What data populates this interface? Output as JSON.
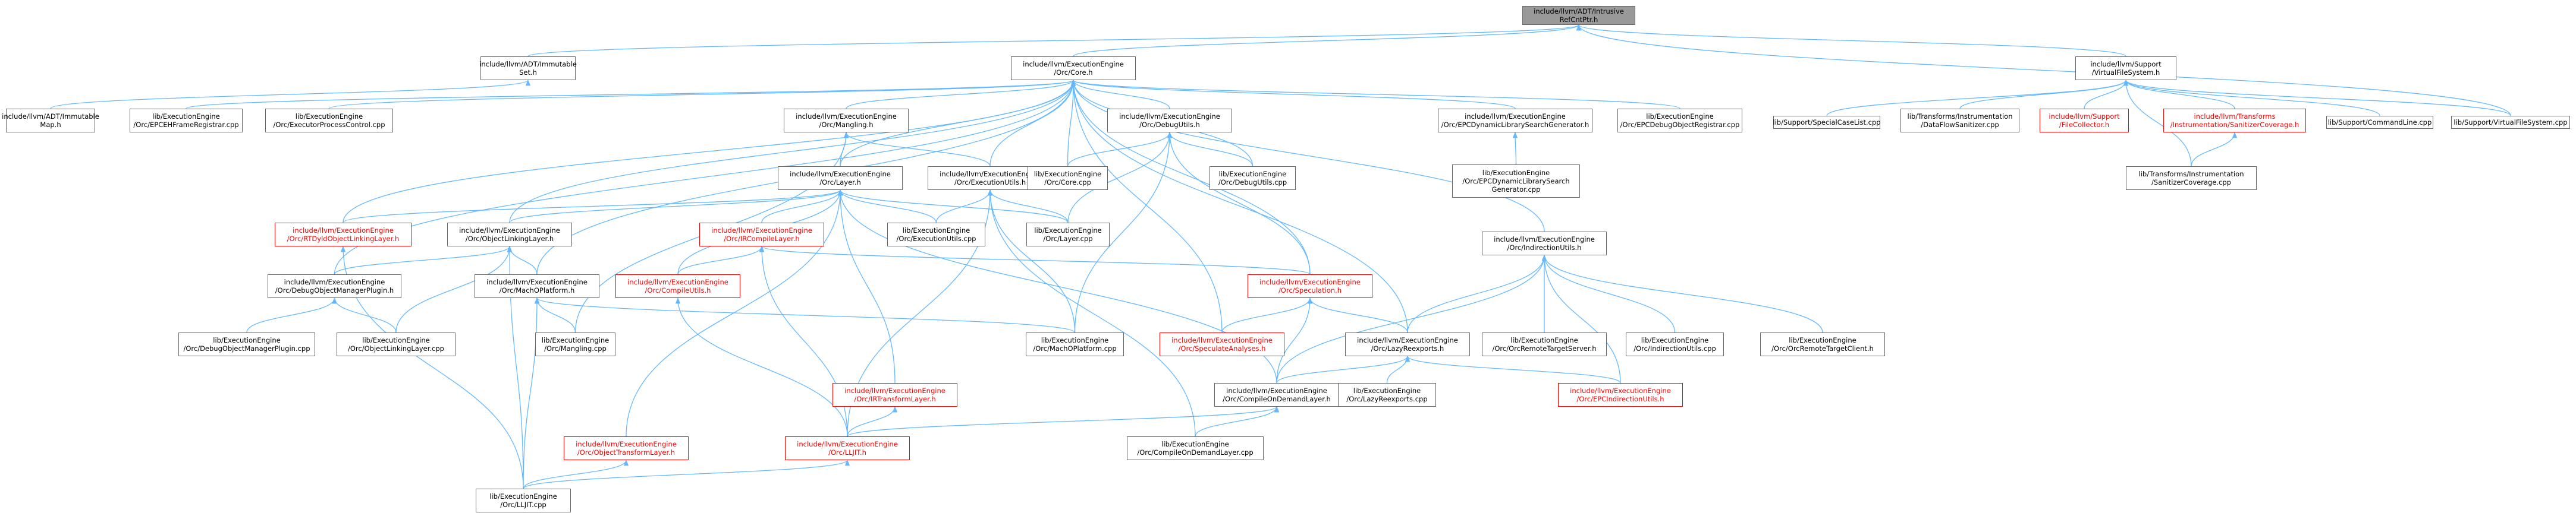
{
  "colors": {
    "edge": "#63b8ff",
    "node_border": "#666666",
    "root_fill": "#999999",
    "truncated_border": "#ff0000"
  },
  "nodes": [
    {
      "id": "root",
      "lines": [
        "include/llvm/ADT/Intrusive",
        "RefCntPtr.h"
      ],
      "style": "root"
    },
    {
      "id": "immset",
      "lines": [
        "include/llvm/ADT/Immutable",
        "Set.h"
      ]
    },
    {
      "id": "core",
      "lines": [
        "include/llvm/ExecutionEngine",
        "/Orc/Core.h"
      ]
    },
    {
      "id": "vfs",
      "lines": [
        "include/llvm/Support",
        "/VirtualFileSystem.h"
      ]
    },
    {
      "id": "immmap",
      "lines": [
        "include/llvm/ADT/Immutable",
        "Map.h"
      ]
    },
    {
      "id": "ehframe",
      "lines": [
        "lib/ExecutionEngine",
        "/Orc/EPCEHFrameRegistrar.cpp"
      ]
    },
    {
      "id": "execproc",
      "lines": [
        "lib/ExecutionEngine",
        "/Orc/ExecutorProcessControl.cpp"
      ]
    },
    {
      "id": "mangling_h",
      "lines": [
        "include/llvm/ExecutionEngine",
        "/Orc/Mangling.h"
      ]
    },
    {
      "id": "debugutils_h",
      "lines": [
        "include/llvm/ExecutionEngine",
        "/Orc/DebugUtils.h"
      ]
    },
    {
      "id": "epcdyn_h",
      "lines": [
        "include/llvm/ExecutionEngine",
        "/Orc/EPCDynamicLibrarySearchGenerator.h"
      ]
    },
    {
      "id": "epcdebug_cpp",
      "lines": [
        "lib/ExecutionEngine",
        "/Orc/EPCDebugObjectRegistrar.cpp"
      ]
    },
    {
      "id": "specialcase",
      "lines": [
        "lib/Support/SpecialCaseList.cpp"
      ]
    },
    {
      "id": "dfsan",
      "lines": [
        "lib/Transforms/Instrumentation",
        "/DataFlowSanitizer.cpp"
      ]
    },
    {
      "id": "filecollector",
      "lines": [
        "include/llvm/Support",
        "/FileCollector.h"
      ],
      "style": "red"
    },
    {
      "id": "sancov_h",
      "lines": [
        "include/llvm/Transforms",
        "/Instrumentation/SanitizerCoverage.h"
      ],
      "style": "red"
    },
    {
      "id": "cmdline",
      "lines": [
        "lib/Support/CommandLine.cpp"
      ]
    },
    {
      "id": "vfs_cpp",
      "lines": [
        "lib/Support/VirtualFileSystem.cpp"
      ]
    },
    {
      "id": "layer_h",
      "lines": [
        "include/llvm/ExecutionEngine",
        "/Orc/Layer.h"
      ]
    },
    {
      "id": "executils_h",
      "lines": [
        "include/llvm/ExecutionEngine",
        "/Orc/ExecutionUtils.h"
      ]
    },
    {
      "id": "core_cpp",
      "lines": [
        "lib/ExecutionEngine",
        "/Orc/Core.cpp"
      ]
    },
    {
      "id": "debugutils_cpp",
      "lines": [
        "lib/ExecutionEngine",
        "/Orc/DebugUtils.cpp"
      ]
    },
    {
      "id": "epcdyn_cpp",
      "lines": [
        "lib/ExecutionEngine",
        "/Orc/EPCDynamicLibrarySearch",
        "Generator.cpp"
      ]
    },
    {
      "id": "sancov_cpp",
      "lines": [
        "lib/Transforms/Instrumentation",
        "/SanitizerCoverage.cpp"
      ]
    },
    {
      "id": "rtdyld_h",
      "lines": [
        "include/llvm/ExecutionEngine",
        "/Orc/RTDyldObjectLinkingLayer.h"
      ],
      "style": "red"
    },
    {
      "id": "objlink_h",
      "lines": [
        "include/llvm/ExecutionEngine",
        "/Orc/ObjectLinkingLayer.h"
      ]
    },
    {
      "id": "ircompile_h",
      "lines": [
        "include/llvm/ExecutionEngine",
        "/Orc/IRCompileLayer.h"
      ],
      "style": "red"
    },
    {
      "id": "executils_cpp",
      "lines": [
        "lib/ExecutionEngine",
        "/Orc/ExecutionUtils.cpp"
      ]
    },
    {
      "id": "layer_cpp",
      "lines": [
        "lib/ExecutionEngine",
        "/Orc/Layer.cpp"
      ]
    },
    {
      "id": "indirect_h",
      "lines": [
        "include/llvm/ExecutionEngine",
        "/Orc/IndirectionUtils.h"
      ]
    },
    {
      "id": "debugobj_h",
      "lines": [
        "include/llvm/ExecutionEngine",
        "/Orc/DebugObjectManagerPlugin.h"
      ]
    },
    {
      "id": "macho_h",
      "lines": [
        "include/llvm/ExecutionEngine",
        "/Orc/MachOPlatform.h"
      ]
    },
    {
      "id": "compileutils_h",
      "lines": [
        "include/llvm/ExecutionEngine",
        "/Orc/CompileUtils.h"
      ],
      "style": "red"
    },
    {
      "id": "spec_h",
      "lines": [
        "include/llvm/ExecutionEngine",
        "/Orc/Speculation.h"
      ],
      "style": "red"
    },
    {
      "id": "debugobj_cpp",
      "lines": [
        "lib/ExecutionEngine",
        "/Orc/DebugObjectManagerPlugin.cpp"
      ]
    },
    {
      "id": "objlink_cpp",
      "lines": [
        "lib/ExecutionEngine",
        "/Orc/ObjectLinkingLayer.cpp"
      ]
    },
    {
      "id": "mangling_cpp",
      "lines": [
        "lib/ExecutionEngine",
        "/Orc/Mangling.cpp"
      ]
    },
    {
      "id": "macho_cpp",
      "lines": [
        "lib/ExecutionEngine",
        "/Orc/MachOPlatform.cpp"
      ]
    },
    {
      "id": "specanal_h",
      "lines": [
        "include/llvm/ExecutionEngine",
        "/Orc/SpeculateAnalyses.h"
      ],
      "style": "red"
    },
    {
      "id": "lazy_h",
      "lines": [
        "include/llvm/ExecutionEngine",
        "/Orc/LazyReexports.h"
      ]
    },
    {
      "id": "remoteserver",
      "lines": [
        "lib/ExecutionEngine",
        "/Orc/OrcRemoteTargetServer.h"
      ]
    },
    {
      "id": "indirect_cpp",
      "lines": [
        "lib/ExecutionEngine",
        "/Orc/IndirectionUtils.cpp"
      ]
    },
    {
      "id": "remoteclient",
      "lines": [
        "lib/ExecutionEngine",
        "/Orc/OrcRemoteTargetClient.h"
      ]
    },
    {
      "id": "irtransform_h",
      "lines": [
        "include/llvm/ExecutionEngine",
        "/Orc/IRTransformLayer.h"
      ],
      "style": "red"
    },
    {
      "id": "compileondemand_h",
      "lines": [
        "include/llvm/ExecutionEngine",
        "/Orc/CompileOnDemandLayer.h"
      ]
    },
    {
      "id": "lazy_cpp",
      "lines": [
        "lib/ExecutionEngine",
        "/Orc/LazyReexports.cpp"
      ]
    },
    {
      "id": "epcindirect_h",
      "lines": [
        "include/llvm/ExecutionEngine",
        "/Orc/EPCIndirectionUtils.h"
      ],
      "style": "red"
    },
    {
      "id": "objtransform_h",
      "lines": [
        "include/llvm/ExecutionEngine",
        "/Orc/ObjectTransformLayer.h"
      ],
      "style": "red"
    },
    {
      "id": "lljit_h",
      "lines": [
        "include/llvm/ExecutionEngine",
        "/Orc/LLJIT.h"
      ],
      "style": "red"
    },
    {
      "id": "compileondemand_cpp",
      "lines": [
        "lib/ExecutionEngine",
        "/Orc/CompileOnDemandLayer.cpp"
      ]
    },
    {
      "id": "lljit_cpp",
      "lines": [
        "lib/ExecutionEngine",
        "/Orc/LLJIT.cpp"
      ]
    }
  ],
  "edges": [
    [
      "immset",
      "root"
    ],
    [
      "core",
      "root"
    ],
    [
      "vfs",
      "root"
    ],
    [
      "vfs_cpp",
      "root"
    ],
    [
      "immmap",
      "immset"
    ],
    [
      "ehframe",
      "core"
    ],
    [
      "execproc",
      "core"
    ],
    [
      "mangling_h",
      "core"
    ],
    [
      "debugutils_h",
      "core"
    ],
    [
      "epcdyn_h",
      "core"
    ],
    [
      "epcdebug_cpp",
      "core"
    ],
    [
      "layer_h",
      "core"
    ],
    [
      "executils_h",
      "core"
    ],
    [
      "core_cpp",
      "core"
    ],
    [
      "debugutils_cpp",
      "core"
    ],
    [
      "rtdyld_h",
      "core"
    ],
    [
      "objlink_h",
      "core"
    ],
    [
      "indirect_h",
      "core"
    ],
    [
      "debugobj_h",
      "core"
    ],
    [
      "macho_h",
      "core"
    ],
    [
      "spec_h",
      "core"
    ],
    [
      "specanal_h",
      "core"
    ],
    [
      "lazy_h",
      "core"
    ],
    [
      "specialcase",
      "vfs"
    ],
    [
      "dfsan",
      "vfs"
    ],
    [
      "filecollector",
      "vfs"
    ],
    [
      "sancov_h",
      "vfs"
    ],
    [
      "cmdline",
      "vfs"
    ],
    [
      "vfs_cpp",
      "vfs"
    ],
    [
      "sancov_cpp",
      "vfs"
    ],
    [
      "sancov_cpp",
      "sancov_h"
    ],
    [
      "layer_h",
      "mangling_h"
    ],
    [
      "executils_h",
      "mangling_h"
    ],
    [
      "mangling_cpp",
      "mangling_h"
    ],
    [
      "core_cpp",
      "debugutils_h"
    ],
    [
      "debugutils_cpp",
      "debugutils_h"
    ],
    [
      "layer_cpp",
      "debugutils_h"
    ],
    [
      "spec_h",
      "debugutils_h"
    ],
    [
      "macho_cpp",
      "debugutils_h"
    ],
    [
      "epcdyn_cpp",
      "epcdyn_h"
    ],
    [
      "rtdyld_h",
      "layer_h"
    ],
    [
      "objlink_h",
      "layer_h"
    ],
    [
      "ircompile_h",
      "layer_h"
    ],
    [
      "executils_cpp",
      "layer_h"
    ],
    [
      "layer_cpp",
      "layer_h"
    ],
    [
      "compileutils_h",
      "layer_h"
    ],
    [
      "irtransform_h",
      "layer_h"
    ],
    [
      "objtransform_h",
      "layer_h"
    ],
    [
      "compileondemand_h",
      "layer_h"
    ],
    [
      "executils_cpp",
      "executils_h"
    ],
    [
      "layer_cpp",
      "executils_h"
    ],
    [
      "lljit_h",
      "executils_h"
    ],
    [
      "macho_cpp",
      "executils_h"
    ],
    [
      "compileondemand_cpp",
      "executils_h"
    ],
    [
      "lljit_cpp",
      "rtdyld_h"
    ],
    [
      "debugobj_h",
      "objlink_h"
    ],
    [
      "macho_h",
      "objlink_h"
    ],
    [
      "objlink_cpp",
      "objlink_h"
    ],
    [
      "lljit_cpp",
      "objlink_h"
    ],
    [
      "compileutils_h",
      "ircompile_h"
    ],
    [
      "spec_h",
      "ircompile_h"
    ],
    [
      "lljit_h",
      "ircompile_h"
    ],
    [
      "lazy_h",
      "indirect_h"
    ],
    [
      "remoteserver",
      "indirect_h"
    ],
    [
      "indirect_cpp",
      "indirect_h"
    ],
    [
      "remoteclient",
      "indirect_h"
    ],
    [
      "compileondemand_h",
      "indirect_h"
    ],
    [
      "epcindirect_h",
      "indirect_h"
    ],
    [
      "debugobj_cpp",
      "debugobj_h"
    ],
    [
      "objlink_cpp",
      "debugobj_h"
    ],
    [
      "mangling_cpp",
      "macho_h"
    ],
    [
      "macho_cpp",
      "macho_h"
    ],
    [
      "lljit_cpp",
      "macho_h"
    ],
    [
      "lljit_h",
      "compileutils_h"
    ],
    [
      "specanal_h",
      "spec_h"
    ],
    [
      "lazy_h",
      "spec_h"
    ],
    [
      "compileondemand_h",
      "spec_h"
    ],
    [
      "compileondemand_h",
      "lazy_h"
    ],
    [
      "lazy_cpp",
      "lazy_h"
    ],
    [
      "epcindirect_h",
      "lazy_h"
    ],
    [
      "lljit_h",
      "irtransform_h"
    ],
    [
      "lljit_h",
      "compileondemand_h"
    ],
    [
      "compileondemand_cpp",
      "compileondemand_h"
    ],
    [
      "lljit_cpp",
      "objtransform_h"
    ],
    [
      "lljit_cpp",
      "lljit_h"
    ]
  ]
}
